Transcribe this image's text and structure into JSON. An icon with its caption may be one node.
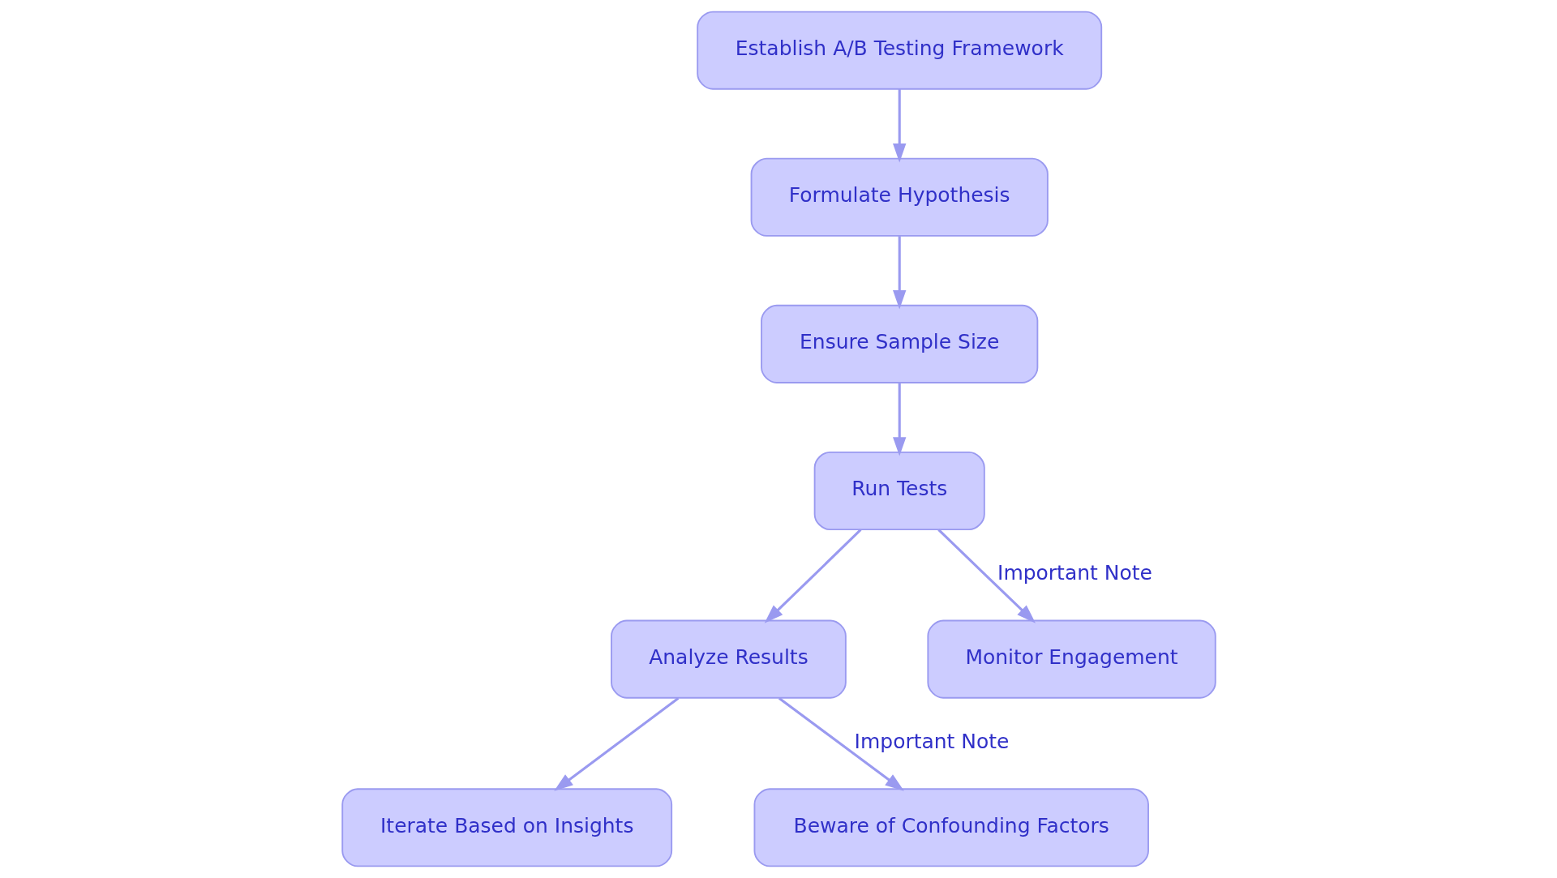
{
  "diagram": {
    "nodes": [
      {
        "text": [
          "Establish A/B Testing Framework"
        ]
      },
      {
        "text": [
          "Formulate Hypothesis"
        ]
      },
      {
        "text": [
          "Ensure Sample Size"
        ]
      },
      {
        "text": [
          "Run Tests"
        ]
      },
      {
        "text": [
          "Analyze Results"
        ]
      },
      {
        "text": [
          "Monitor Engagement"
        ]
      },
      {
        "text": [
          "Iterate Based on Insights"
        ]
      },
      {
        "text": [
          "Beware of Confounding Factors"
        ]
      }
    ],
    "edges": [
      {
        "from": 0,
        "to": 1,
        "arrow": "to"
      },
      {
        "from": 1,
        "to": 2,
        "arrow": "to"
      },
      {
        "from": 2,
        "to": 3,
        "arrow": "to"
      },
      {
        "from": 3,
        "to": 4,
        "arrow": "to"
      },
      {
        "from": 3,
        "to": 5,
        "arrow": "to",
        "label": "Important Note"
      },
      {
        "from": 4,
        "to": 6,
        "arrow": "to"
      },
      {
        "from": 4,
        "to": 7,
        "arrow": "to",
        "label": "Important Note"
      }
    ]
  }
}
